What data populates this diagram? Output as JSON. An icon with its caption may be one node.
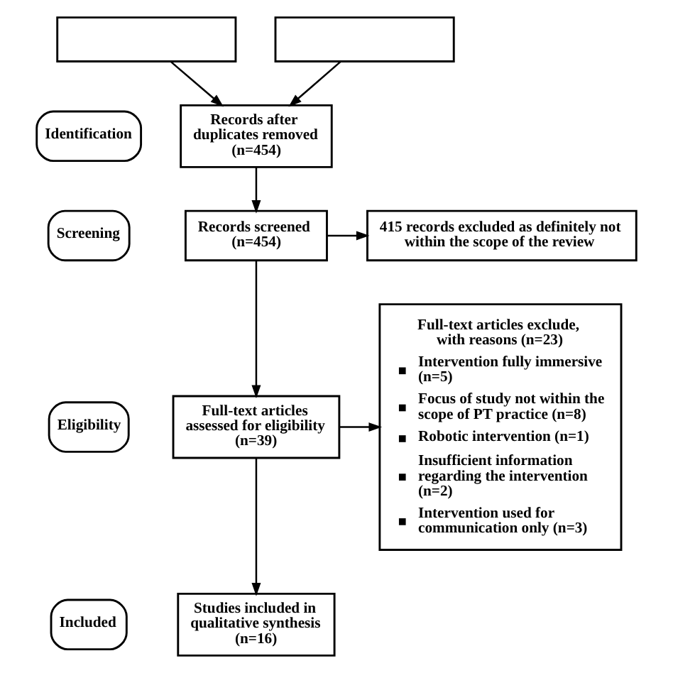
{
  "diagram": {
    "nodes": [
      {
        "text": [],
        "shape": "box"
      },
      {
        "text": [],
        "shape": "box"
      },
      {
        "text": [
          "Identification"
        ]
      },
      {
        "text": [
          "Records after duplicates removed (n=454)"
        ]
      },
      {
        "text": [
          "Screening"
        ]
      },
      {
        "text": [
          "Records screened (n=454)"
        ]
      },
      {
        "text": [
          "415 records excluded as definitely not within the scope of the review"
        ]
      },
      {
        "text": [
          "Eligibility"
        ]
      },
      {
        "text": [
          "Full-text articles assessed for eligibility (n=39)"
        ]
      },
      {
        "text": [
          "Full-text articles exclude, with reasons (n=23)",
          "Intervention fully immersive (n=5)",
          "Focus of study not within the scope of PT practice (n=8)",
          "Robotic intervention (n=1)",
          "Insufficient information regarding the intervention (n=2)",
          "Intervention used for communication only (n=3)"
        ]
      },
      {
        "text": [
          "Included"
        ]
      },
      {
        "text": [
          "Studies included in qualitative synthesis (n=16)"
        ]
      }
    ],
    "edges": [
      {
        "from": 0,
        "to": 3,
        "arrow": "to"
      },
      {
        "from": 1,
        "to": 3,
        "arrow": "to"
      },
      {
        "from": 3,
        "to": 5,
        "arrow": "to"
      },
      {
        "from": 5,
        "to": 6,
        "arrow": "to"
      },
      {
        "from": 5,
        "to": 8,
        "arrow": "to"
      },
      {
        "from": 8,
        "to": 9,
        "arrow": "to"
      },
      {
        "from": 8,
        "to": 11,
        "arrow": "to"
      }
    ]
  }
}
